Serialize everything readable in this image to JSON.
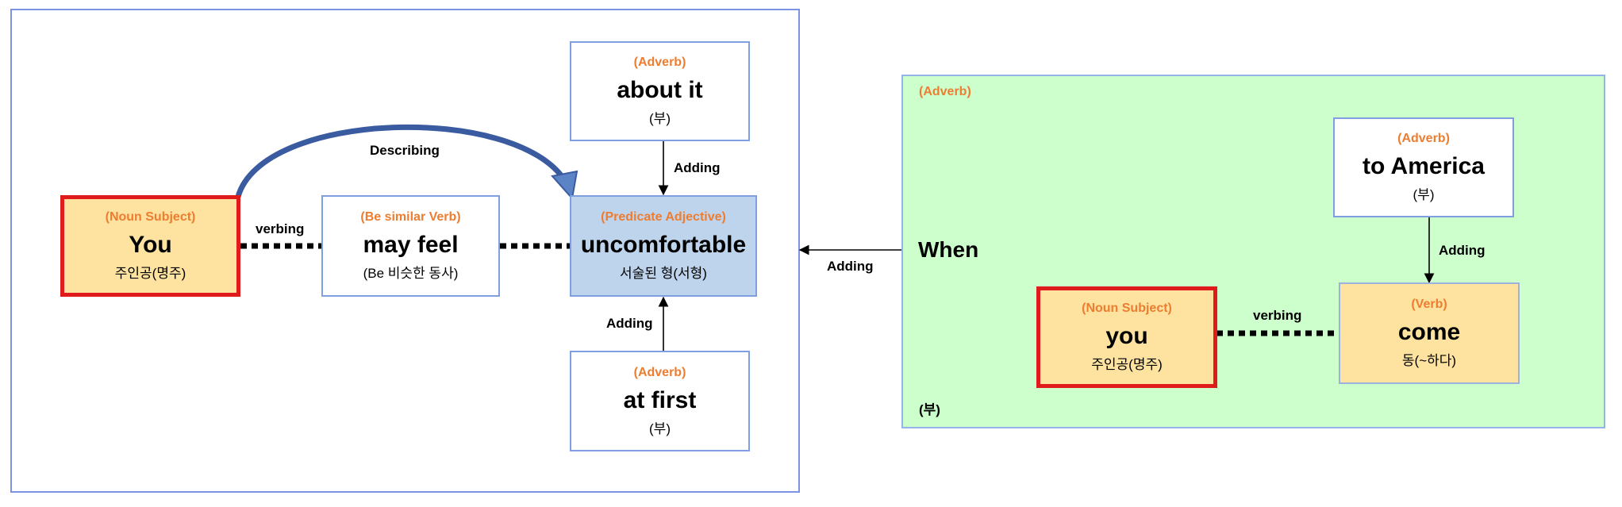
{
  "main_clause": {
    "subject": {
      "role": "(Noun Subject)",
      "word": "You",
      "korean": "주인공(명주)"
    },
    "verb": {
      "role": "(Be similar Verb)",
      "word": "may feel",
      "korean": "(Be 비슷한 동사)"
    },
    "predicate": {
      "role": "(Predicate Adjective)",
      "word": "uncomfortable",
      "korean": "서술된 형(서형)"
    },
    "adverb_top": {
      "role": "(Adverb)",
      "word": "about it",
      "korean": "(부)"
    },
    "adverb_bottom": {
      "role": "(Adverb)",
      "word": "at first",
      "korean": "(부)"
    },
    "labels": {
      "describing": "Describing",
      "verbing": "verbing",
      "adding_top": "Adding",
      "adding_bottom": "Adding"
    }
  },
  "link_label": "Adding",
  "sub_clause": {
    "role": "(Adverb)",
    "footer": "(부)",
    "conjunction": "When",
    "subject": {
      "role": "(Noun Subject)",
      "word": "you",
      "korean": "주인공(명주)"
    },
    "verb": {
      "role": "(Verb)",
      "word": "come",
      "korean": "동(~하다)"
    },
    "adverb": {
      "role": "(Adverb)",
      "word": "to America",
      "korean": "(부)"
    },
    "labels": {
      "verbing": "verbing",
      "adding": "Adding"
    }
  },
  "colors": {
    "role_text": "#ed7d31",
    "subject_border": "#e01b1b",
    "subject_fill": "#fde39f",
    "predicate_fill": "#bed3ec",
    "clause_fill": "#ccffcc",
    "frame_border": "#7b93e0",
    "arc": "#3a5ba0"
  }
}
